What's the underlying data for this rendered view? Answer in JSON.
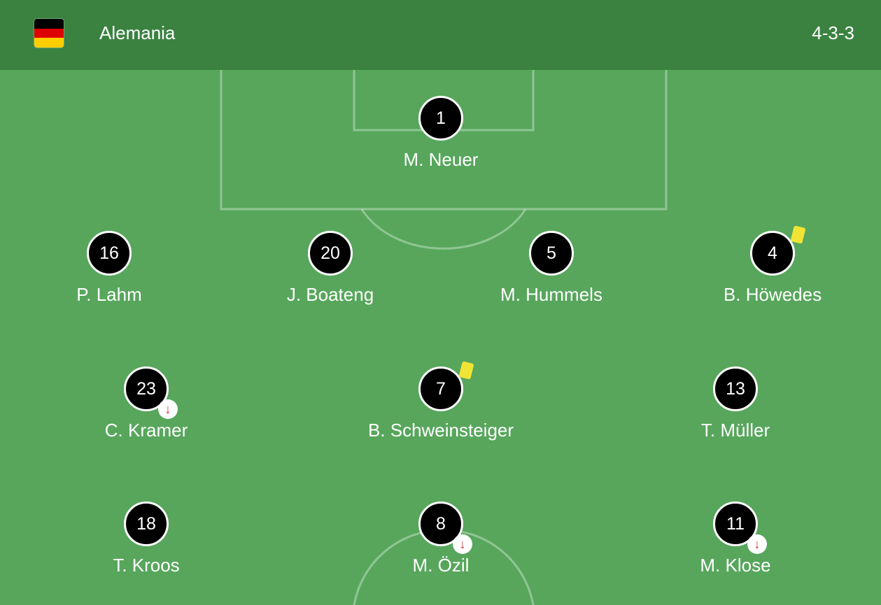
{
  "header": {
    "team_name": "Alemania",
    "formation": "4-3-3",
    "flag": {
      "icon": "germany-flag-icon",
      "colors": [
        "#000000",
        "#dd0000",
        "#ffce00"
      ]
    }
  },
  "colors": {
    "header_background": "#3b8240",
    "pitch": "#57a65c",
    "yellow_card": "#f2e435",
    "substitution_arrow": "#d9262c"
  },
  "players": [
    {
      "number": "1",
      "name": "M. Neuer",
      "yellow_card": false,
      "subbed_off": false
    },
    {
      "number": "16",
      "name": "P. Lahm",
      "yellow_card": false,
      "subbed_off": false
    },
    {
      "number": "20",
      "name": "J. Boateng",
      "yellow_card": false,
      "subbed_off": false
    },
    {
      "number": "5",
      "name": "M. Hummels",
      "yellow_card": false,
      "subbed_off": false
    },
    {
      "number": "4",
      "name": "B. Höwedes",
      "yellow_card": true,
      "subbed_off": false
    },
    {
      "number": "23",
      "name": "C. Kramer",
      "yellow_card": false,
      "subbed_off": true
    },
    {
      "number": "7",
      "name": "B. Schweinsteiger",
      "yellow_card": true,
      "subbed_off": false
    },
    {
      "number": "13",
      "name": "T. Müller",
      "yellow_card": false,
      "subbed_off": false
    },
    {
      "number": "18",
      "name": "T. Kroos",
      "yellow_card": false,
      "subbed_off": false
    },
    {
      "number": "8",
      "name": "M. Özil",
      "yellow_card": false,
      "subbed_off": true
    },
    {
      "number": "11",
      "name": "M. Klose",
      "yellow_card": false,
      "subbed_off": true
    }
  ],
  "icons": {
    "card": "yellow-card-icon",
    "substitution": "substitution-out-icon"
  }
}
